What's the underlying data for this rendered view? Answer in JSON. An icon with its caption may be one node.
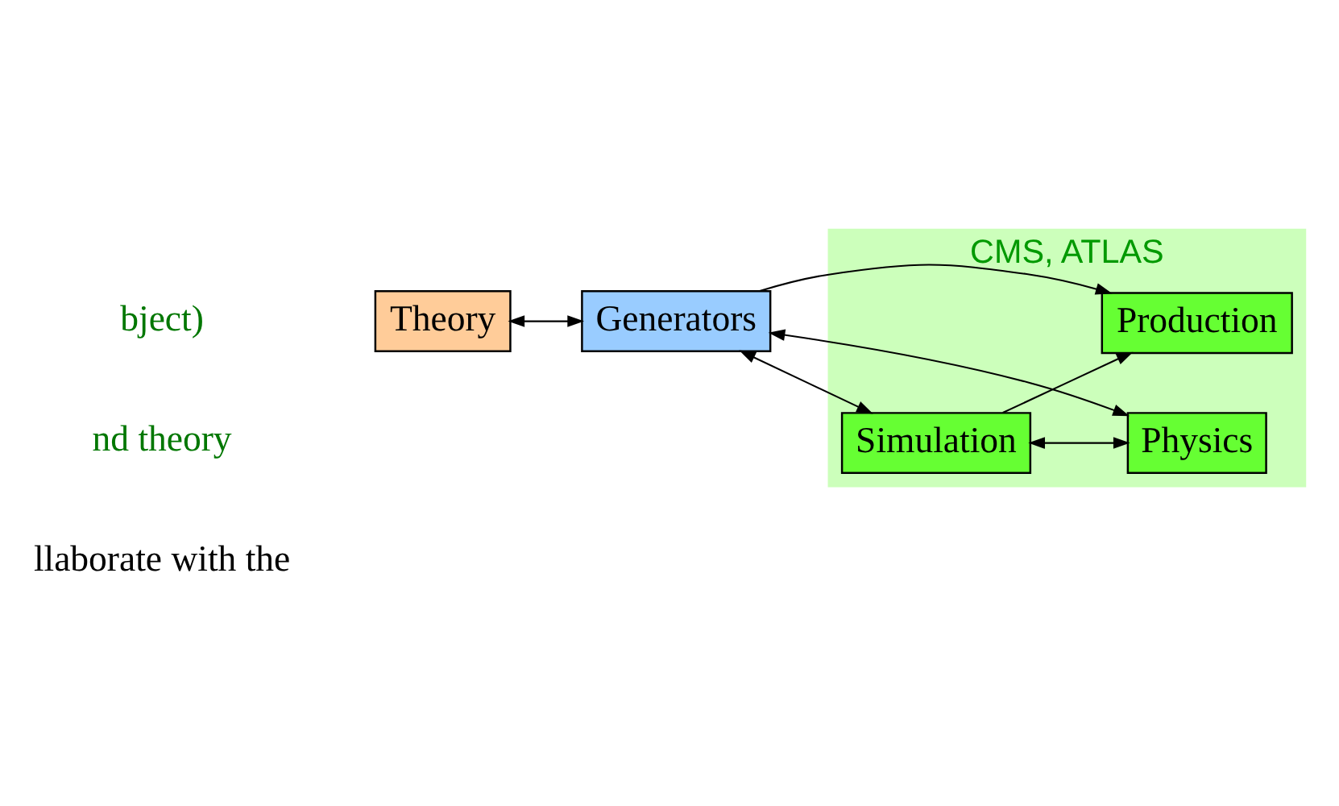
{
  "diagram": {
    "nodes": [
      {
        "text": [
          "CMS, ATLAS"
        ]
      },
      {
        "text": [
          "Production"
        ],
        "in": 0
      },
      {
        "text": [
          "Theory"
        ]
      },
      {
        "text": [
          "Generators"
        ]
      },
      {
        "text": [
          "Physics"
        ],
        "in": 0
      },
      {
        "text": [
          "Simulation"
        ],
        "in": 0
      }
    ],
    "edges": [
      {
        "from": 2,
        "to": 3,
        "arrow": "both"
      },
      {
        "from": 3,
        "to": 1,
        "arrow": "to"
      },
      {
        "from": 3,
        "to": 4,
        "arrow": "both"
      },
      {
        "from": 3,
        "to": 5,
        "arrow": "both"
      },
      {
        "from": 5,
        "to": 1,
        "arrow": "to"
      },
      {
        "from": 5,
        "to": 4,
        "arrow": "both"
      }
    ],
    "labels": [
      "bject)",
      "nd theory",
      "llaborate with the"
    ]
  }
}
